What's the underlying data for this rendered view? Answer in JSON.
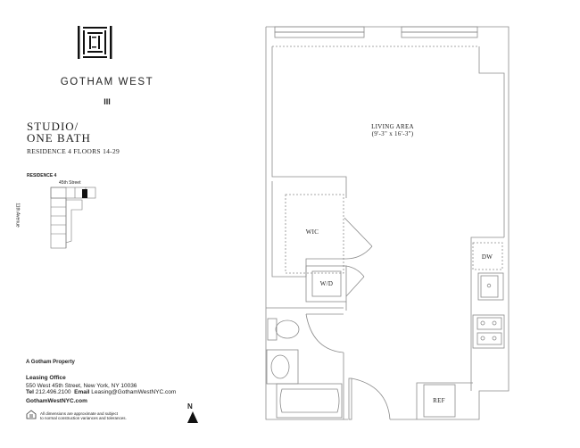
{
  "brand": {
    "name": "GOTHAM WEST",
    "numeral": "III"
  },
  "unit": {
    "type_line1": "STUDIO/",
    "type_line2": "ONE BATH",
    "residence": "RESIDENCE 4 FLOORS 14-29"
  },
  "keyplan": {
    "label": "RESIDENCE 4",
    "street": "45th Street",
    "avenue": "11th Avenue"
  },
  "rooms": {
    "living": "LIVING AREA",
    "living_dims": "(9'-3\" x 16'-3\")",
    "wic": "WIC",
    "wd": "W/D",
    "dw": "DW",
    "ref": "REF"
  },
  "footer": {
    "property": "A Gotham Property",
    "leasing_title": "Leasing Office",
    "address": "550 West 45th Street, New York, NY 10036",
    "tel_label": "Tel",
    "tel": "212.496.2100",
    "email_label": "Email",
    "email": "Leasing@GothamWestNYC.com",
    "website": "GothamWestNYC.com",
    "disclaimer_1": "All dimensions are approximate and subject",
    "disclaimer_2": "to normal construction variances and tolerances."
  },
  "compass": {
    "label": "N"
  },
  "colors": {
    "line": "#8a8a8a",
    "text": "#222222",
    "key_highlight": "#111111"
  }
}
